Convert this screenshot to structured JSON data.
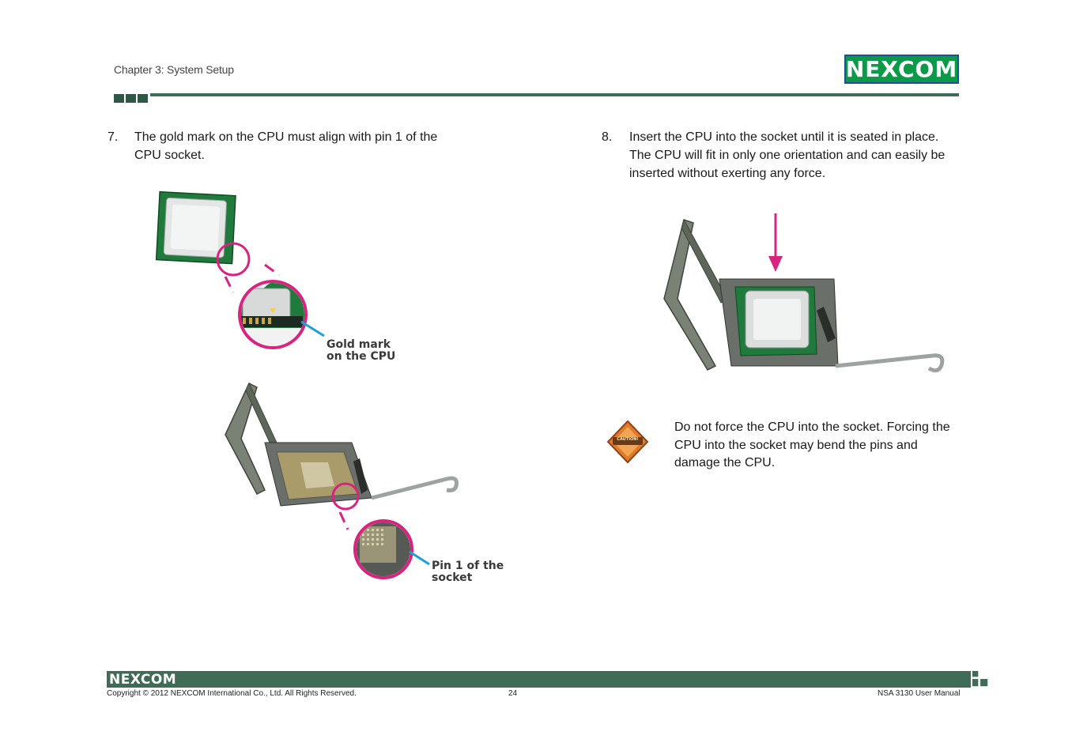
{
  "header": {
    "chapter": "Chapter 3: System Setup",
    "logo_text": "NEXCOM"
  },
  "steps": [
    {
      "number": "7.",
      "text": "The gold mark on the CPU must align with pin 1 of the CPU socket."
    },
    {
      "number": "8.",
      "text": "Insert the CPU into the socket until it is seated in place. The CPU will fit in only one orientation and can easily be inserted without exerting any force."
    }
  ],
  "figures": {
    "gold_mark_label_line1": "Gold mark",
    "gold_mark_label_line2": "on the CPU",
    "pin1_label_line1": "Pin 1 of the",
    "pin1_label_line2": "socket",
    "caution_badge": "CAUTION!"
  },
  "caution": {
    "text": "Do not force the CPU into the socket. Forcing the CPU into the socket may bend the pins and damage the CPU."
  },
  "footer": {
    "logo_text": "NEXCOM",
    "copyright": "Copyright © 2012 NEXCOM International Co., Ltd. All Rights Reserved.",
    "page_number": "24",
    "manual_title": "NSA 3130 User Manual"
  },
  "colors": {
    "accent_green": "#3f6b57",
    "logo_green": "#0a9a48",
    "logo_blue": "#1d4f9a",
    "callout_magenta": "#d9237f",
    "callout_blue": "#1aa0dc"
  }
}
